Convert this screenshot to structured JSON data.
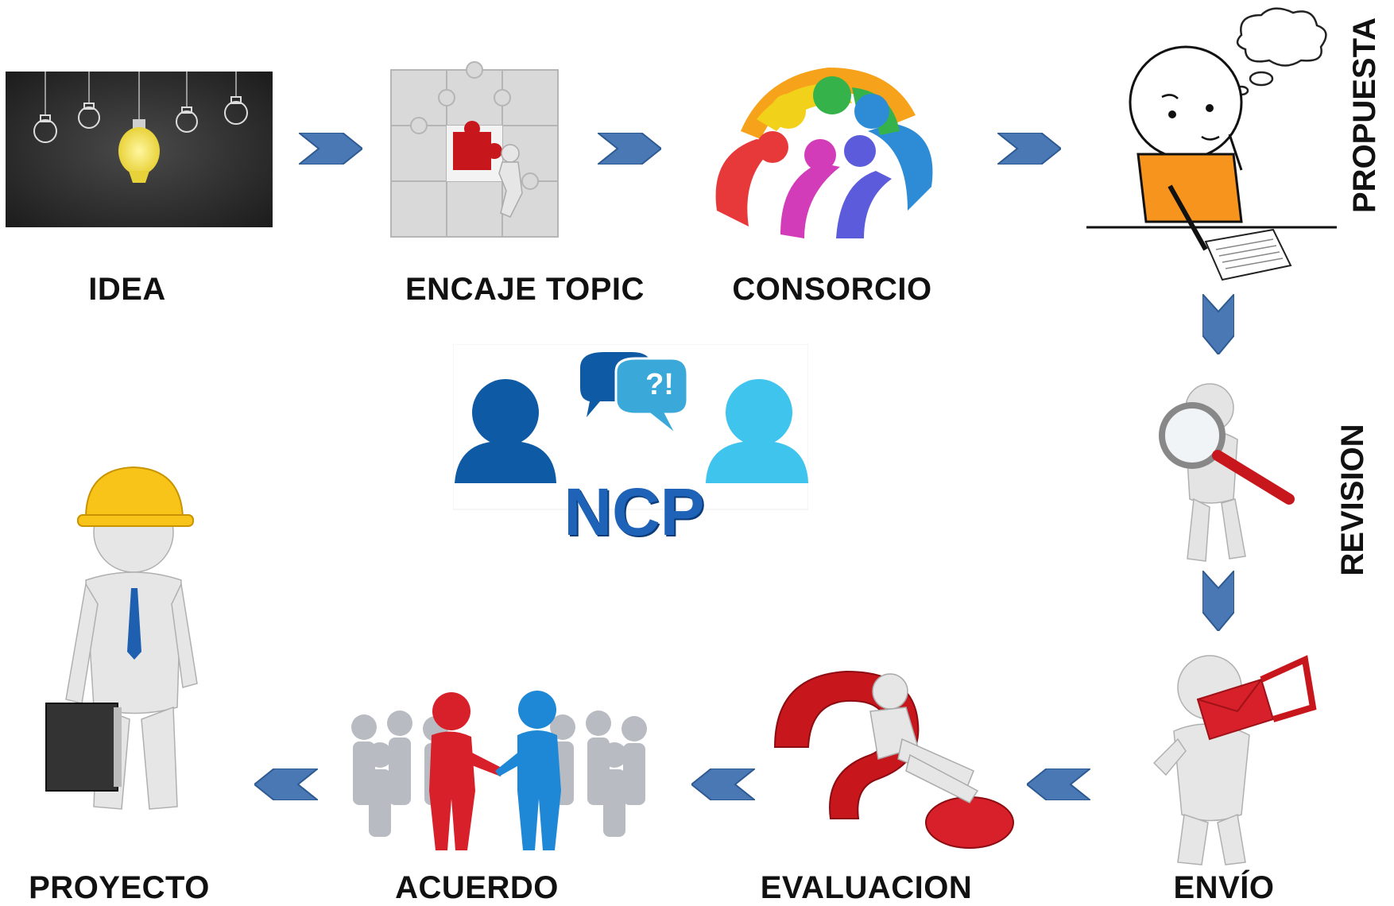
{
  "stages": {
    "idea": "IDEA",
    "encaje_topic": "ENCAJE TOPIC",
    "consorcio": "CONSORCIO",
    "propuesta": "PROPUESTA",
    "revision": "REVISION",
    "envio": "ENVÍO",
    "evaluacion": "EVALUACION",
    "acuerdo": "ACUERDO",
    "proyecto": "PROYECTO"
  },
  "center": {
    "title": "NCP",
    "bubble_text": "?!"
  },
  "colors": {
    "arrow": "#4a78b5",
    "ncp_dark": "#0e5aa5",
    "ncp_light": "#3fc4ee",
    "ncp_text": "#1f63b8"
  }
}
